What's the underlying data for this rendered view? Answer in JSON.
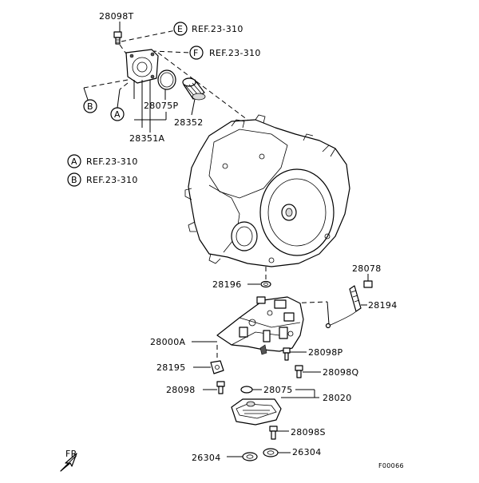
{
  "labels": {
    "p28098T": "28098T",
    "p28075P": "28075P",
    "p28352": "28352",
    "p28351A": "28351A",
    "p28078": "28078",
    "p28196": "28196",
    "p28194": "28194",
    "p28000A": "28000A",
    "p28098P": "28098P",
    "p28195": "28195",
    "p28098Q": "28098Q",
    "p28098": "28098",
    "p28075": "28075",
    "p28020": "28020",
    "p28098S": "28098S",
    "p26304_left": "26304",
    "p26304_right": "26304"
  },
  "references": {
    "E": {
      "letter": "E",
      "text": "REF.23-310"
    },
    "F": {
      "letter": "F",
      "text": "REF.23-310"
    },
    "A": {
      "letter": "A",
      "text": "REF.23-310"
    },
    "B": {
      "letter": "B",
      "text": "REF.23-310"
    },
    "callout_B": "B",
    "callout_A": "A"
  },
  "footer": {
    "direction": "FR",
    "figure_id": "F00066"
  }
}
